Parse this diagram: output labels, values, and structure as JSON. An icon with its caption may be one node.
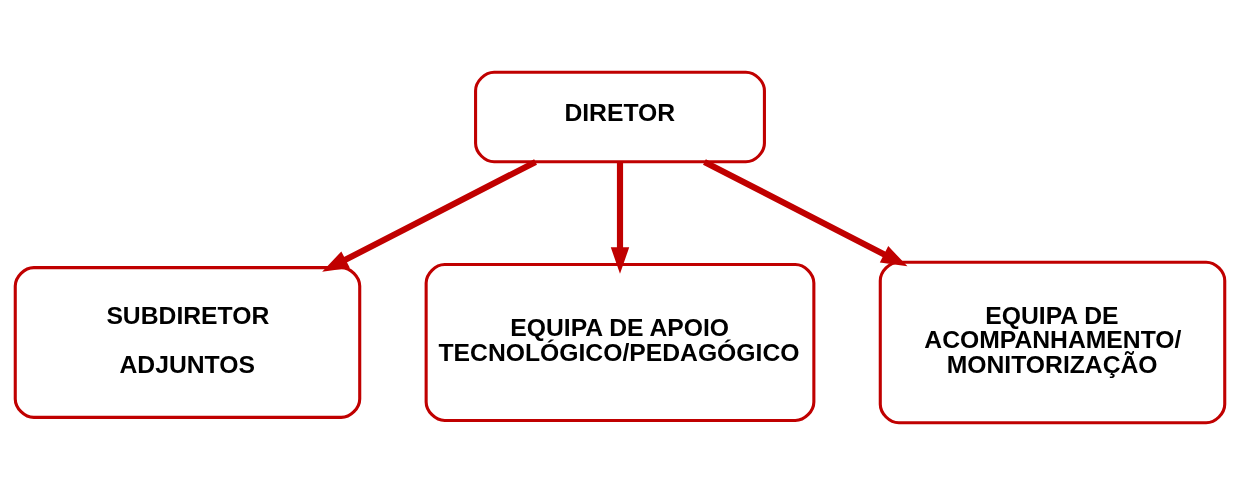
{
  "diagram": {
    "nodes": [
      {
        "text": [
          "DIRETOR"
        ]
      },
      {
        "text": [
          "SUBDIRETOR",
          "ADJUNTOS"
        ]
      },
      {
        "text": [
          "EQUIPA DE APOIO TECNOLÓGICO/PEDAGÓGICO"
        ]
      },
      {
        "text": [
          "EQUIPA DE ACOMPANHAMENTO/ MONITORIZAÇÃO"
        ]
      }
    ],
    "edges": [
      {
        "from": 0,
        "to": 1,
        "arrow": "to"
      },
      {
        "from": 0,
        "to": 2,
        "arrow": "to"
      },
      {
        "from": 0,
        "to": 3,
        "arrow": "to"
      }
    ]
  }
}
